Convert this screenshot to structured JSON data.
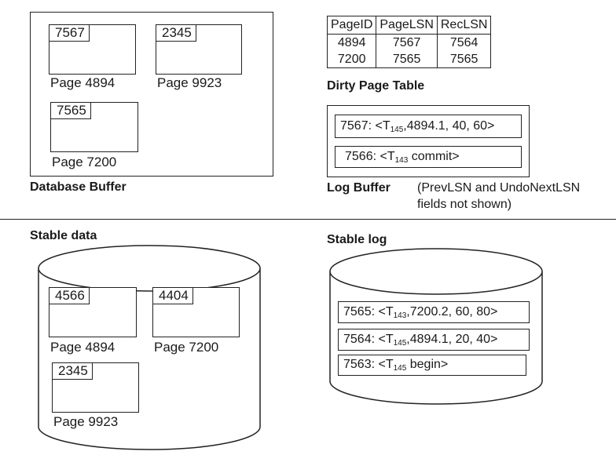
{
  "database_buffer": {
    "heading": "Database Buffer",
    "pages": [
      {
        "lsn": "7567",
        "label": "Page 4894"
      },
      {
        "lsn": "2345",
        "label": "Page 9923"
      },
      {
        "lsn": "7565",
        "label": "Page 7200"
      }
    ]
  },
  "dirty_page_table": {
    "heading": "Dirty Page Table",
    "columns": [
      "PageID",
      "PageLSN",
      "RecLSN"
    ],
    "rows": [
      [
        "4894",
        "7567",
        "7564"
      ],
      [
        "7200",
        "7565",
        "7565"
      ]
    ]
  },
  "log_buffer": {
    "heading": "Log Buffer",
    "note_line1": "(PrevLSN and UndoNextLSN",
    "note_line2": "fields not shown)",
    "records": [
      {
        "prefix": "7567: <T",
        "sub": "145",
        "suffix": ",4894.1, 40, 60>"
      },
      {
        "prefix": "7566: <T",
        "sub": "143",
        "suffix": " commit>"
      }
    ]
  },
  "stable_data": {
    "heading": "Stable data",
    "pages": [
      {
        "lsn": "4566",
        "label": "Page 4894"
      },
      {
        "lsn": "4404",
        "label": "Page 7200"
      },
      {
        "lsn": "2345",
        "label": "Page 9923"
      }
    ]
  },
  "stable_log": {
    "heading": "Stable log",
    "records": [
      {
        "prefix": "7565: <T",
        "sub": "143",
        "suffix": ",7200.2, 60, 80>"
      },
      {
        "prefix": "7564: <T",
        "sub": "145",
        "suffix": ",4894.1, 20, 40>"
      },
      {
        "prefix": "7563: <T",
        "sub": "145",
        "suffix": " begin>"
      }
    ]
  }
}
